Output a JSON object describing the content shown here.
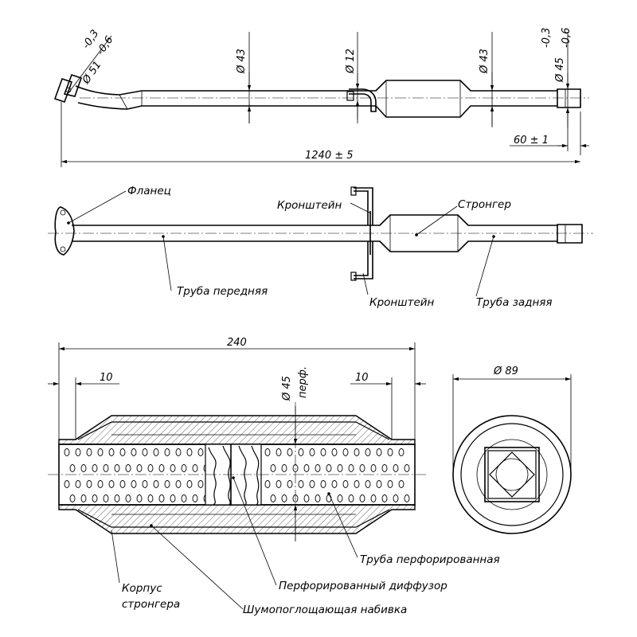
{
  "views": {
    "top": {
      "dim_flange_diameter": "Ø 51",
      "dim_flange_tol": "-0,3",
      "dim_flange_tol2": "-0,6",
      "dim_front_diameter": "Ø 43",
      "dim_bracket_diameter": "Ø 12",
      "dim_rear_diameter": "Ø 43",
      "dim_outlet_diameter": "Ø 45",
      "dim_outlet_tol": "-0,3",
      "dim_outlet_tol2": "-0,6",
      "dim_outlet_length": "60 ± 1",
      "dim_total_length": "1240 ± 5"
    },
    "middle": {
      "label_flange": "Фланец",
      "label_bracket_upper": "Кронштейн",
      "label_stronger": "Стронгер",
      "label_front_pipe": "Труба передняя",
      "label_bracket_lower": "Кронштейн",
      "label_rear_pipe": "Труба задняя"
    },
    "section": {
      "dim_length": "240",
      "dim_left_offset": "10",
      "dim_right_offset": "10",
      "dim_perforated": "Ø 45",
      "dim_perforated_note": "перф.",
      "dim_outer_diameter": "Ø 89",
      "label_perforated_pipe": "Труба перфорированная",
      "label_body_line1": "Корпус",
      "label_body_line2": "стронгера",
      "label_diffuser": "Перфорированный диффузор",
      "label_packing": "Шумопоглощающая набивка"
    }
  }
}
